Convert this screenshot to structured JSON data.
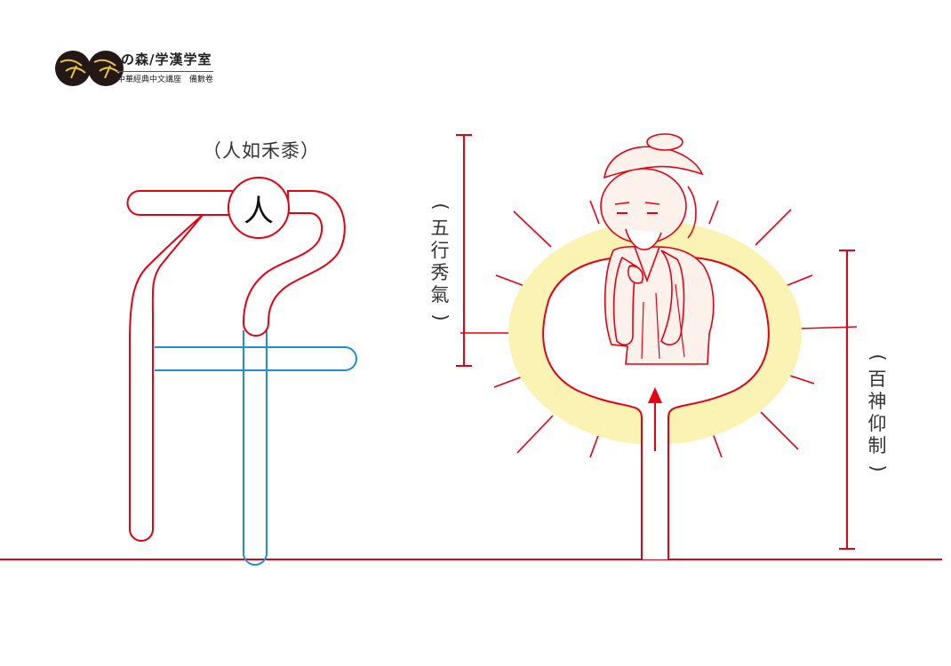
{
  "logo": {
    "title": "の森/学漢学室",
    "subtitle": "中華經典中文講座　備數卷"
  },
  "left_glyph": {
    "caption": "（人如禾黍）",
    "circle_char": "人"
  },
  "right_figure": {
    "left_label_chars": [
      "五",
      "行",
      "秀",
      "氣"
    ],
    "right_label_chars": [
      "百",
      "神",
      "仰",
      "制"
    ]
  },
  "colors": {
    "red": "#e60012",
    "blue": "#1d8fd8",
    "halo": "#faf3b4",
    "skin": "#fdf1ec"
  }
}
